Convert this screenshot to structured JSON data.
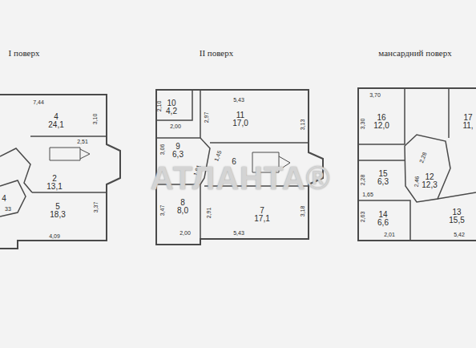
{
  "diagram": {
    "nodes": [
      {
        "text": [
          "I поверх"
        ]
      },
      {
        "text": [
          "II поверх"
        ]
      },
      {
        "text": [
          "мансардний поверх"
        ]
      },
      {
        "text": [
          "4",
          "24,1"
        ],
        "in": 0
      },
      {
        "text": [
          "2",
          "13,1"
        ],
        "in": 0
      },
      {
        "text": [
          "5",
          "18,3"
        ],
        "in": 0
      },
      {
        "text": [
          "4"
        ],
        "in": 0
      },
      {
        "text": [
          "10",
          "4,2"
        ],
        "in": 1
      },
      {
        "text": [
          "11",
          "17,0"
        ],
        "in": 1
      },
      {
        "text": [
          "9",
          "6,3"
        ],
        "in": 1
      },
      {
        "text": [
          "6"
        ],
        "in": 1
      },
      {
        "text": [
          "8",
          "8,0"
        ],
        "in": 1
      },
      {
        "text": [
          "7",
          "17,1"
        ],
        "in": 1
      },
      {
        "text": [
          "16",
          "12,0"
        ],
        "in": 2
      },
      {
        "text": [
          "17",
          "11,"
        ],
        "in": 2
      },
      {
        "text": [
          "15",
          "6,3"
        ],
        "in": 2
      },
      {
        "text": [
          "12",
          "12,3"
        ],
        "in": 2
      },
      {
        "text": [
          "14",
          "6,6"
        ],
        "in": 2
      },
      {
        "text": [
          "13",
          "15,5"
        ],
        "in": 2
      }
    ],
    "labels": [
      "7,44",
      "3,10",
      "2,51",
      "3,37",
      "4,09",
      "33",
      "5,43",
      "2,10",
      "2,00",
      "2,97",
      "3,13",
      "3,06",
      "1,45",
      "1,81",
      "3,47",
      "2,91",
      "3,18",
      "2,00",
      "5,43",
      "3,70",
      "3,30",
      "2,28",
      "1,65",
      "2,28",
      "2,46",
      "2,63",
      "2,01",
      "5,42",
      "АТЛАНТА®"
    ]
  }
}
